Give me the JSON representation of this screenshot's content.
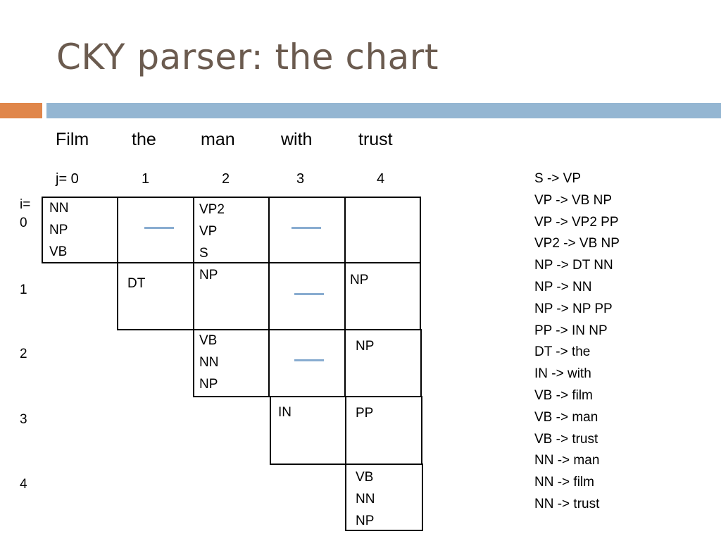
{
  "title": "CKY parser: the chart",
  "colors": {
    "title": "#6b5b4f",
    "accent_orange": "#e0864a",
    "accent_blue": "#94b6d2",
    "dash": "#88acd0"
  },
  "words": [
    "Film",
    "the",
    "man",
    "with",
    "trust"
  ],
  "j_labels": [
    "j= 0",
    "1",
    "2",
    "3",
    "4"
  ],
  "i_labels": [
    "i=\n0",
    "1",
    "2",
    "3",
    "4"
  ],
  "cells": {
    "c00": "NN\nNP\nVB",
    "c02": "VP2\nVP\nS\nNP",
    "c11": "DT",
    "c13": "NP",
    "c22": "VB\nNN\nNP",
    "c23": "NP",
    "c32": "IN",
    "c33": "PP",
    "c43": "VB\nNN\nNP"
  },
  "rules": [
    "S -> VP",
    "VP -> VB NP",
    "VP -> VP2 PP",
    "VP2 -> VB NP",
    "NP -> DT NN",
    "NP -> NN",
    "NP -> NP PP",
    "PP -> IN NP",
    "DT -> the",
    "IN -> with",
    "VB -> film",
    "VB -> man",
    "VB -> trust",
    "NN -> man",
    "NN -> film",
    "NN -> trust"
  ]
}
